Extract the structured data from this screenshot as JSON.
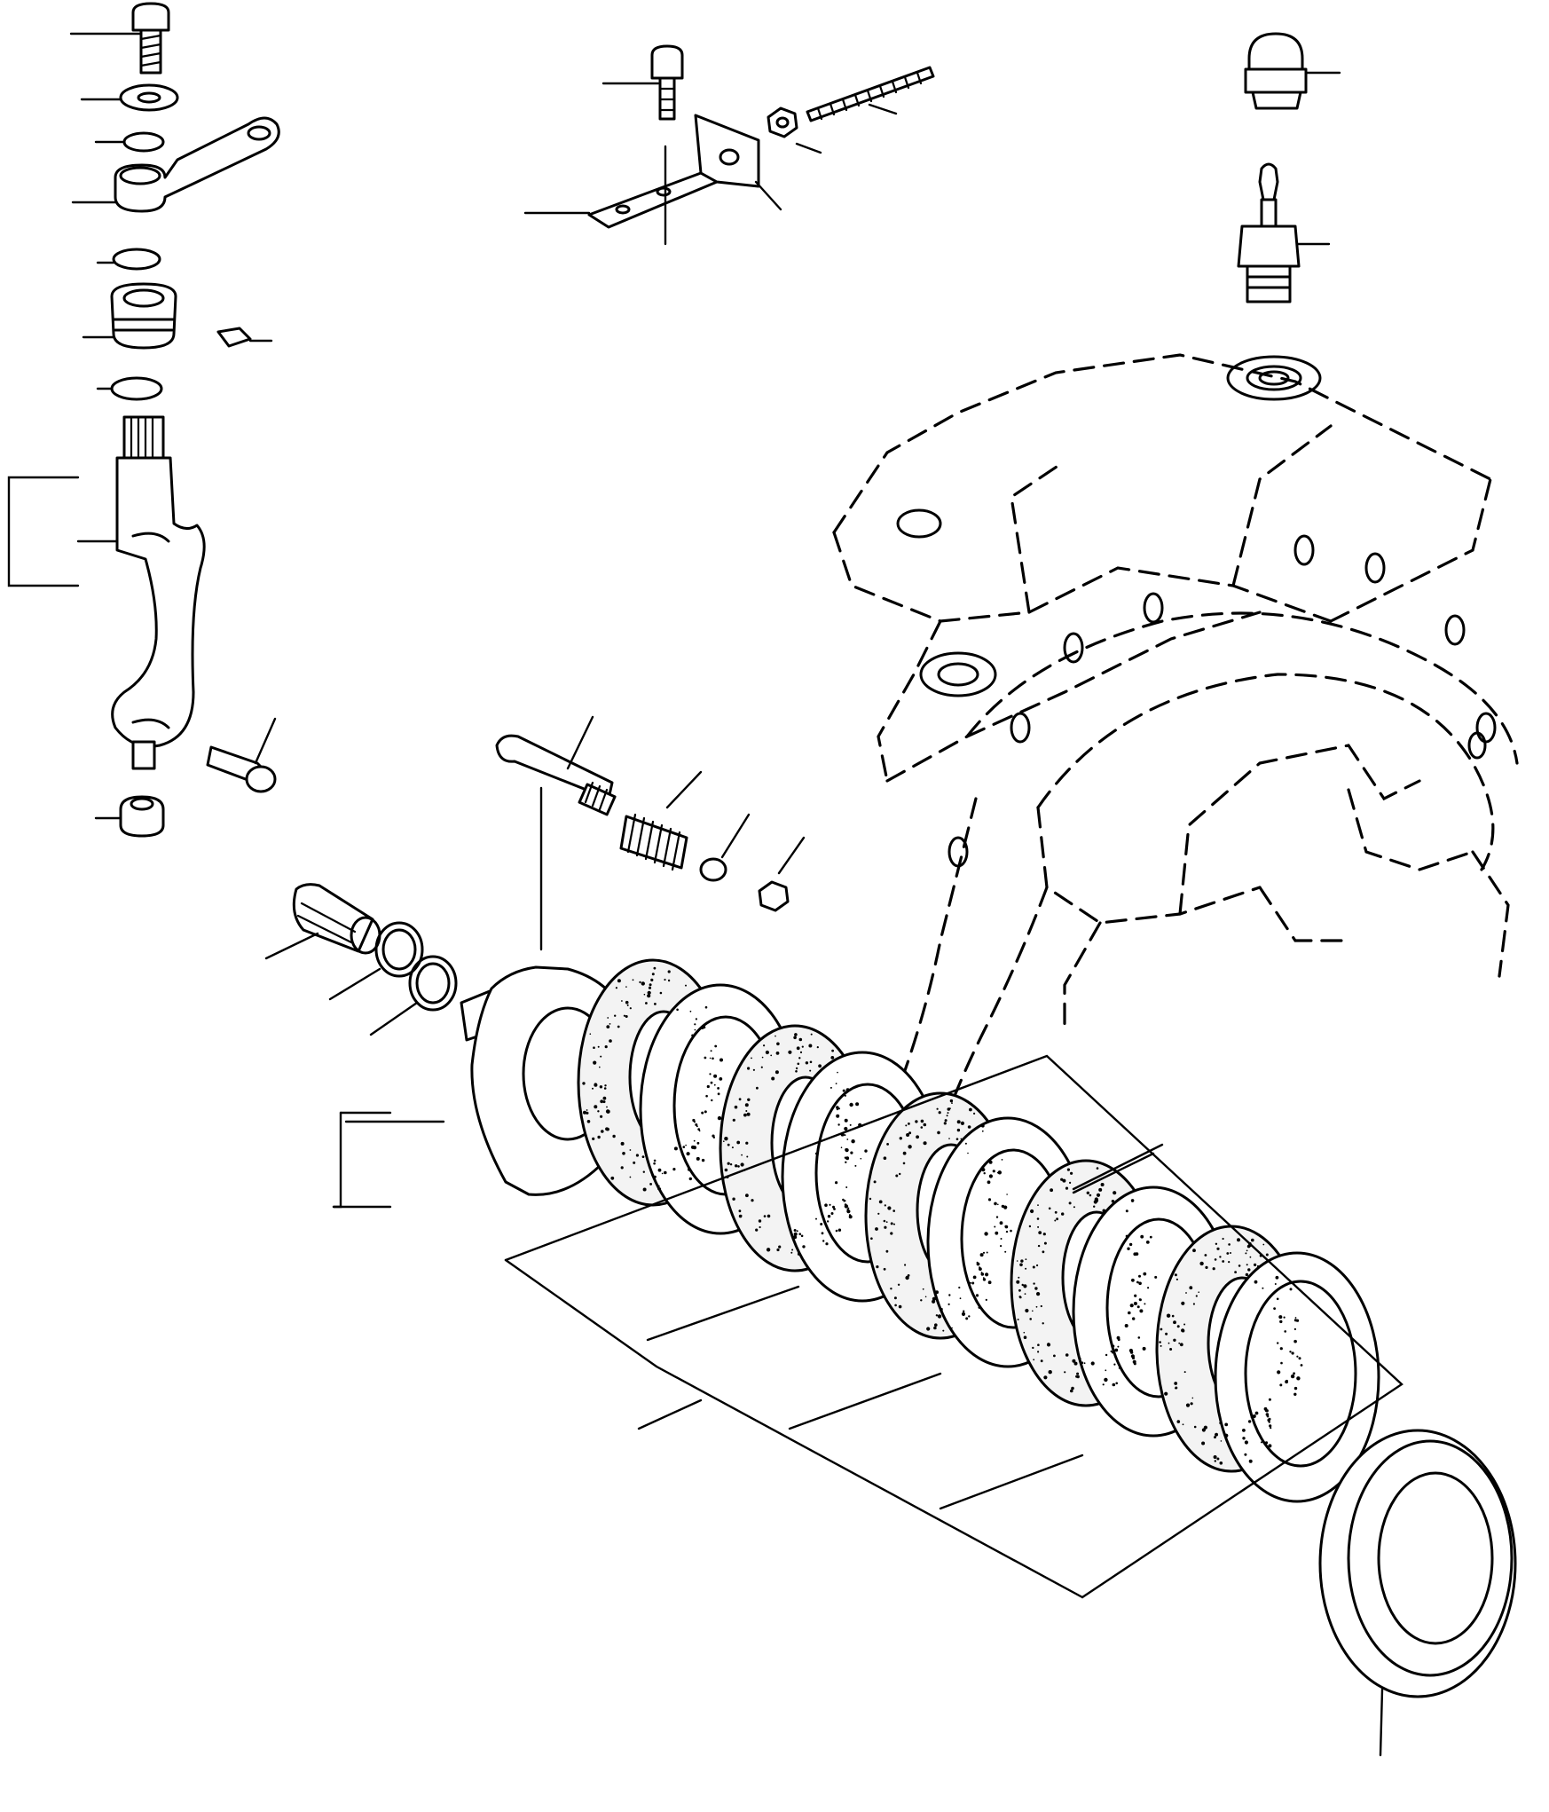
{
  "figure": {
    "kind": "exploded parts diagram",
    "callout_labels_visible": false,
    "groups": [
      "steering-arm-assembly",
      "bracket-and-adjuster",
      "breather-and-grease-fitting",
      "housing-outline",
      "adjuster-bolt-and-spring",
      "brake-disc-pack",
      "seal-ring"
    ]
  }
}
